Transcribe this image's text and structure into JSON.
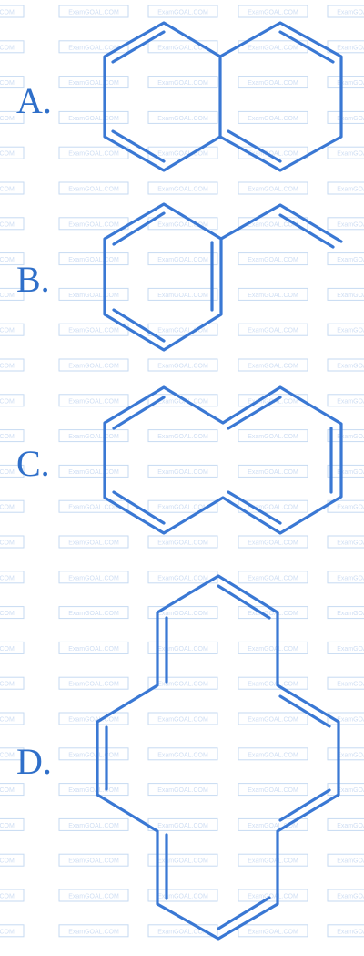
{
  "watermark": {
    "text": "ExamGOAL.COM",
    "border_color": "#c6daf2",
    "text_color": "#cfdef3"
  },
  "options": [
    {
      "label": "A.",
      "structure": "naphthalene-like"
    },
    {
      "label": "B.",
      "structure": "styrene"
    },
    {
      "label": "C.",
      "structure": "10-membered ring"
    },
    {
      "label": "D.",
      "structure": "14-membered ring"
    }
  ],
  "colors": {
    "line": "#3a78d4",
    "label": "#2f6fc9"
  }
}
